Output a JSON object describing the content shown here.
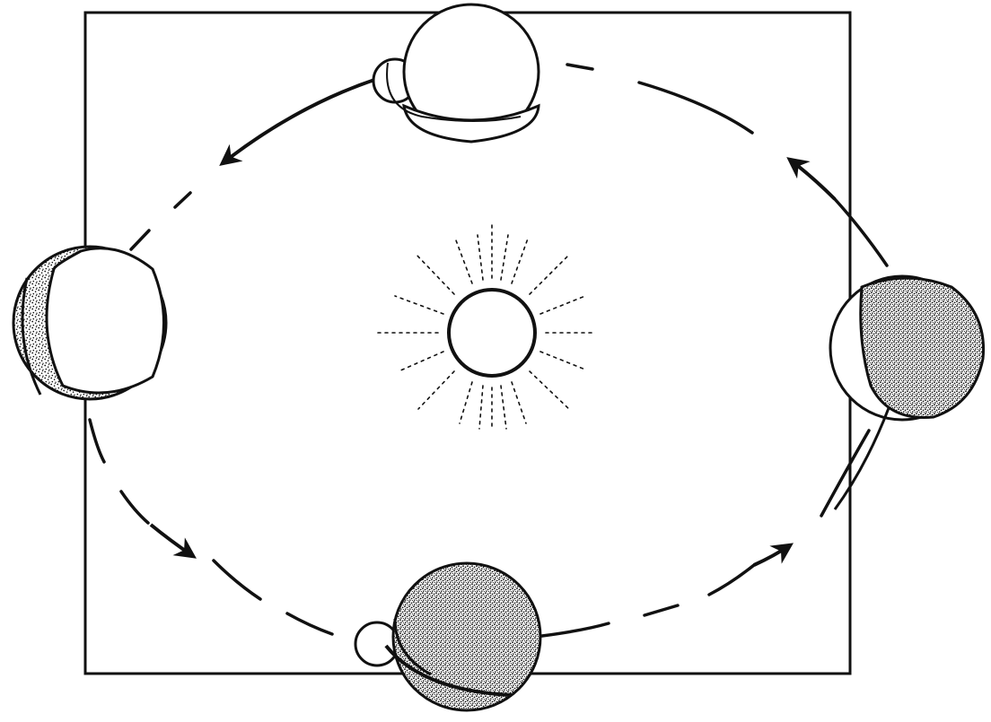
{
  "diagram": {
    "figure": "sun-earth-orbit-seasons",
    "colors": {
      "ink": "#111111",
      "paper": "#ffffff",
      "shade": "#6a6a6a"
    },
    "sun": {
      "icon": "sun-icon"
    },
    "earth_positions": [
      {
        "id": "top",
        "lit": "mostly-lit"
      },
      {
        "id": "left",
        "lit": "lit-toward-sun"
      },
      {
        "id": "bottom",
        "lit": "mostly-shaded"
      },
      {
        "id": "right",
        "lit": "shaded-away-from-sun"
      }
    ],
    "orbit": {
      "style": "dashed",
      "direction": "counter-clockwise"
    }
  }
}
